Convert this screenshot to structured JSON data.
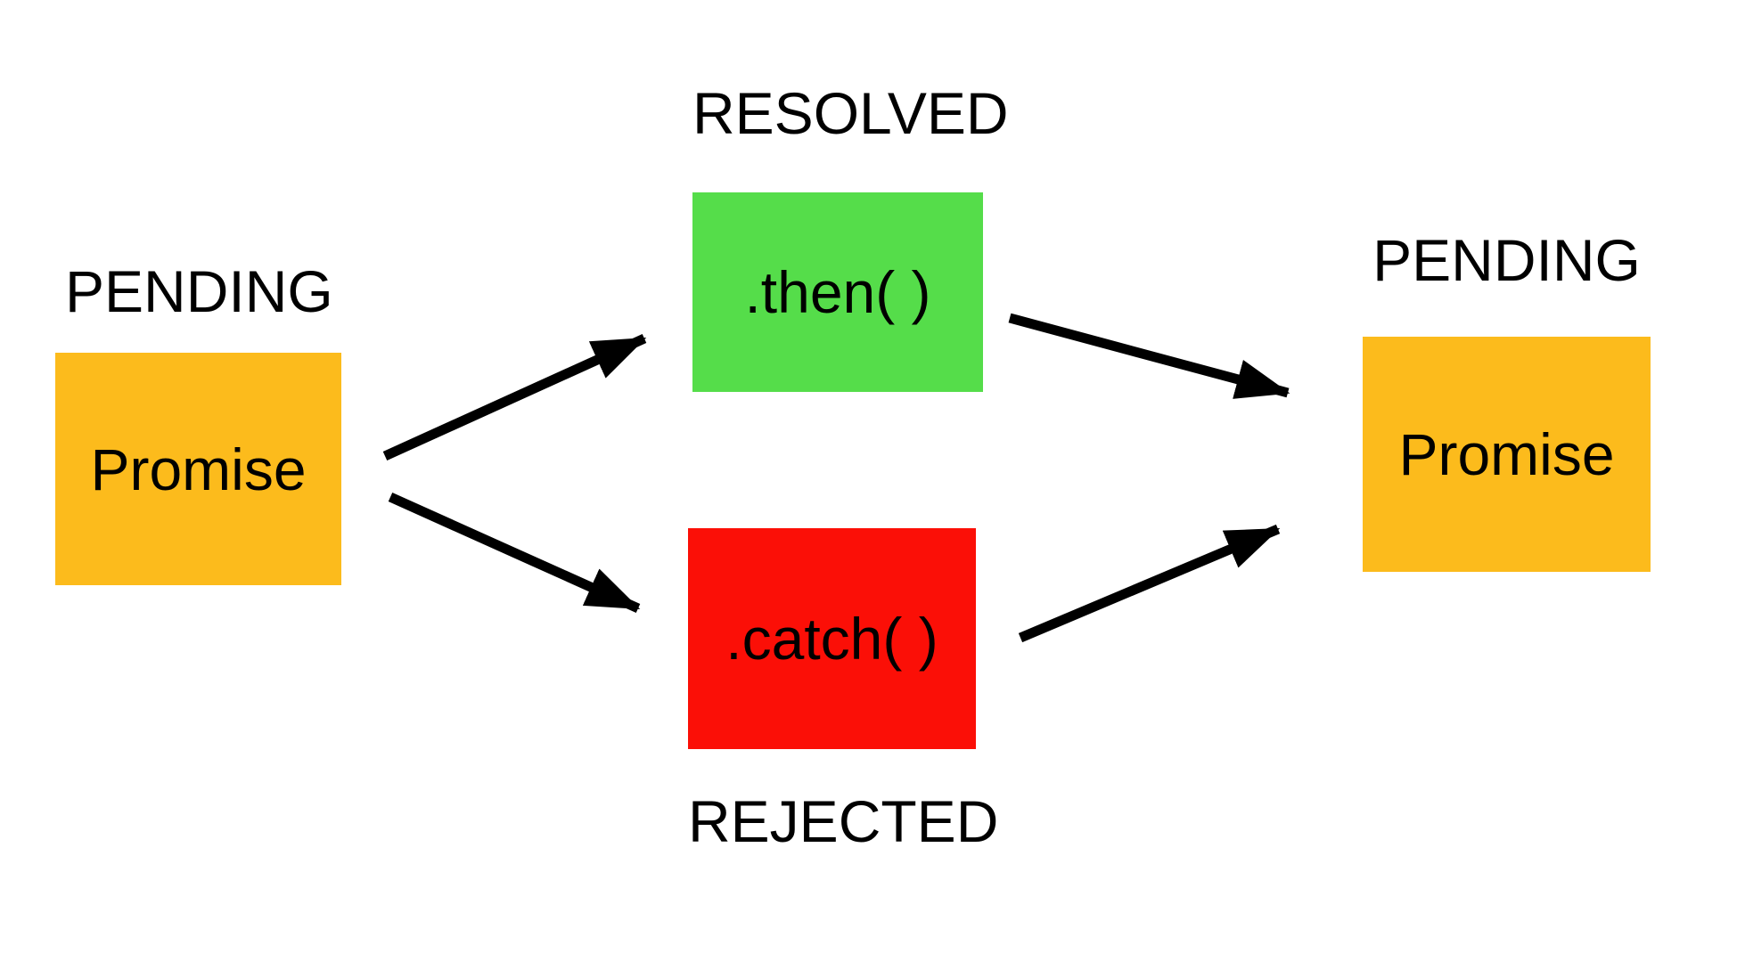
{
  "diagram": {
    "description": "JavaScript Promise lifecycle flow diagram",
    "states": {
      "pending_left": "PENDING",
      "resolved": "RESOLVED",
      "rejected": "REJECTED",
      "pending_right": "PENDING"
    },
    "nodes": {
      "promise_start": {
        "label": "Promise",
        "state": "PENDING",
        "color": "#FCBB1C"
      },
      "then_handler": {
        "label": ".then( )",
        "state": "RESOLVED",
        "color": "#55DD4A"
      },
      "catch_handler": {
        "label": ".catch( )",
        "state": "REJECTED",
        "color": "#FB0F07"
      },
      "promise_next": {
        "label": "Promise",
        "state": "PENDING",
        "color": "#FCBB1C"
      }
    },
    "colors": {
      "background": "#FFFFFF",
      "text": "#000000",
      "arrow": "#000000"
    }
  }
}
